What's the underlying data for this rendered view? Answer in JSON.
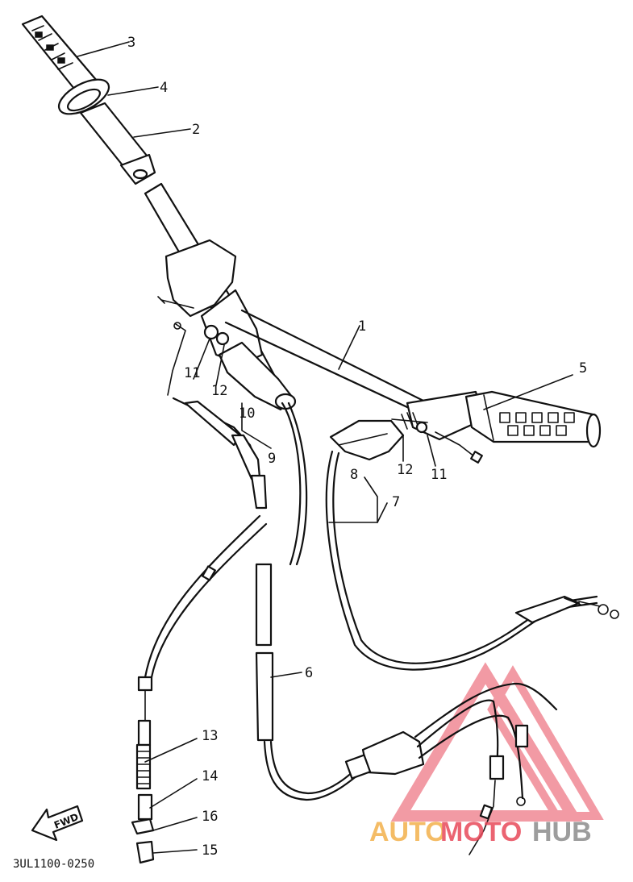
{
  "diagram": {
    "ref_code": "3UL1100-0250",
    "fwd_label": "FWD",
    "callouts": [
      "1",
      "2",
      "3",
      "4",
      "5",
      "6",
      "7",
      "8",
      "9",
      "10",
      "11",
      "12",
      "11",
      "12",
      "13",
      "14",
      "15",
      "16"
    ]
  },
  "watermark": {
    "text_a": "AUTO",
    "text_b": "MOTO",
    "text_c": "HUB",
    "colors": {
      "auto": "#f3b14c",
      "moto": "#e8495a",
      "hub": "#8c8c8c",
      "triangle": "#e8495a"
    }
  }
}
